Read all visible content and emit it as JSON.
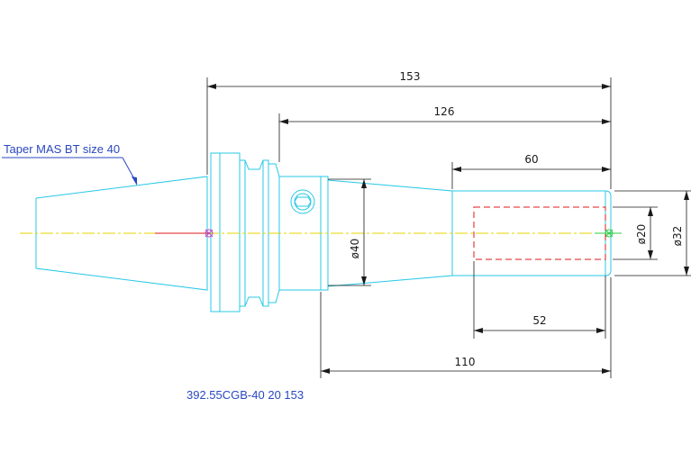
{
  "drawing": {
    "callout_label": "Taper MAS BT size 40",
    "part_number": "392.55CGB-40 20 153",
    "dimensions": {
      "overall_length": "153",
      "length_from_flange": "126",
      "bore_depth_outer": "60",
      "bore_depth_inner": "52",
      "shank_length": "110",
      "flange_diameter": "ø40",
      "bore_diameter": "ø20",
      "nose_diameter": "ø32"
    }
  },
  "colors": {
    "outline": "#27c8e6",
    "centerline": "#e6d400",
    "bore": "#e01818",
    "dimension": "#1a1a1a",
    "label": "#2a48c0"
  }
}
